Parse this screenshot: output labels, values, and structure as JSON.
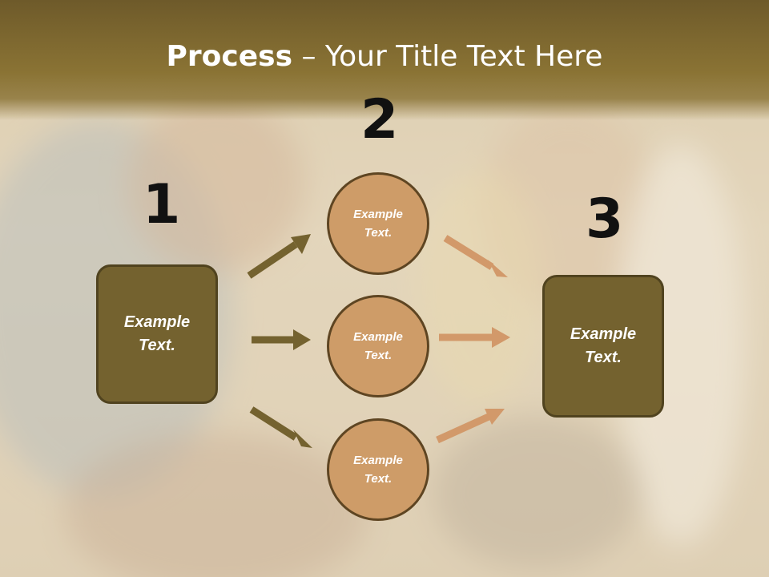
{
  "slide": {
    "title_bold": "Process",
    "title_rest": " – Your Title Text Here"
  },
  "steps": {
    "one": "1",
    "two": "2",
    "three": "3"
  },
  "nodes": {
    "left_box": "Example\nText.",
    "right_box": "Example\nText.",
    "circle_top": "Example\nText.",
    "circle_mid": "Example\nText.",
    "circle_bottom": "Example\nText."
  },
  "colors": {
    "box_fill": "#74622f",
    "circle_fill": "#ce9c68",
    "arrow_dark": "#74622f",
    "arrow_light": "#d2996a"
  }
}
